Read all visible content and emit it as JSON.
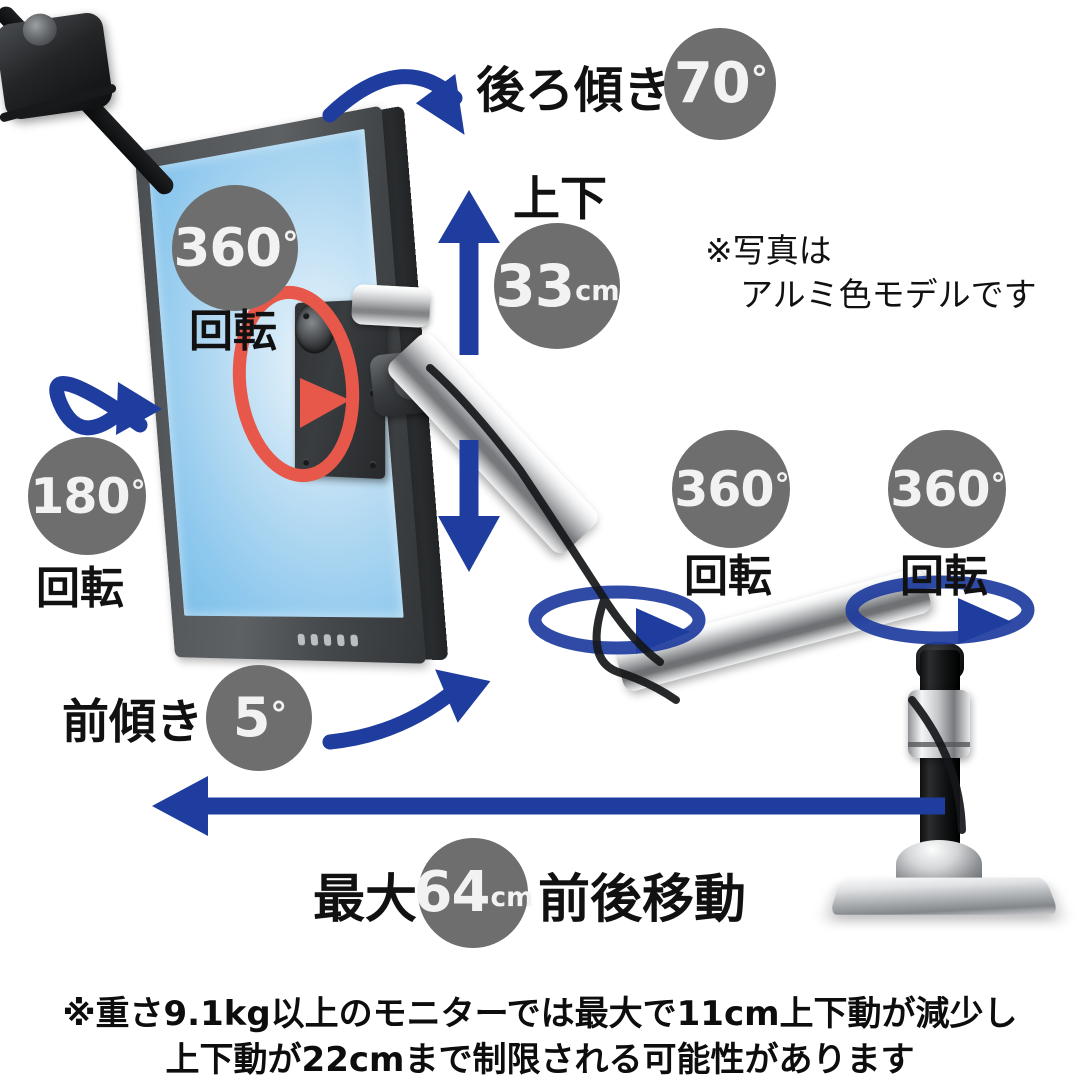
{
  "page": {
    "background": "#ffffff",
    "badge_color": "#6e6e6e",
    "badge_text_color": "#f2f2f2",
    "arrow_color": "#1f3d9e",
    "rotation_highlight_color": "#e8584a"
  },
  "annotations": {
    "back_tilt": {
      "label": "後ろ傾き",
      "value": "70",
      "unit": "°"
    },
    "updown": {
      "label": "上下",
      "value": "33",
      "unit": "cm"
    },
    "screen_rotate": {
      "value": "360",
      "unit": "°",
      "label": "回転"
    },
    "pivot_rotate": {
      "value": "180",
      "unit": "°",
      "label": "回転"
    },
    "elbow_rotate": {
      "value": "360",
      "unit": "°",
      "label": "回転"
    },
    "base_rotate": {
      "value": "360",
      "unit": "°",
      "label": "回転"
    },
    "front_tilt": {
      "label": "前傾き",
      "value": "5",
      "unit": "°"
    },
    "reach": {
      "prefix": "最大",
      "value": "64",
      "unit": "cm",
      "suffix": "前後移動"
    }
  },
  "notes": {
    "photo_note_line1": "※写真は",
    "photo_note_line2": "アルミ色モデルです",
    "footer_line1": "※重さ9.1kg以上のモニターでは最大で11cm上下動が減少し",
    "footer_line2": "上下動が22cmまで制限される可能性があります"
  }
}
